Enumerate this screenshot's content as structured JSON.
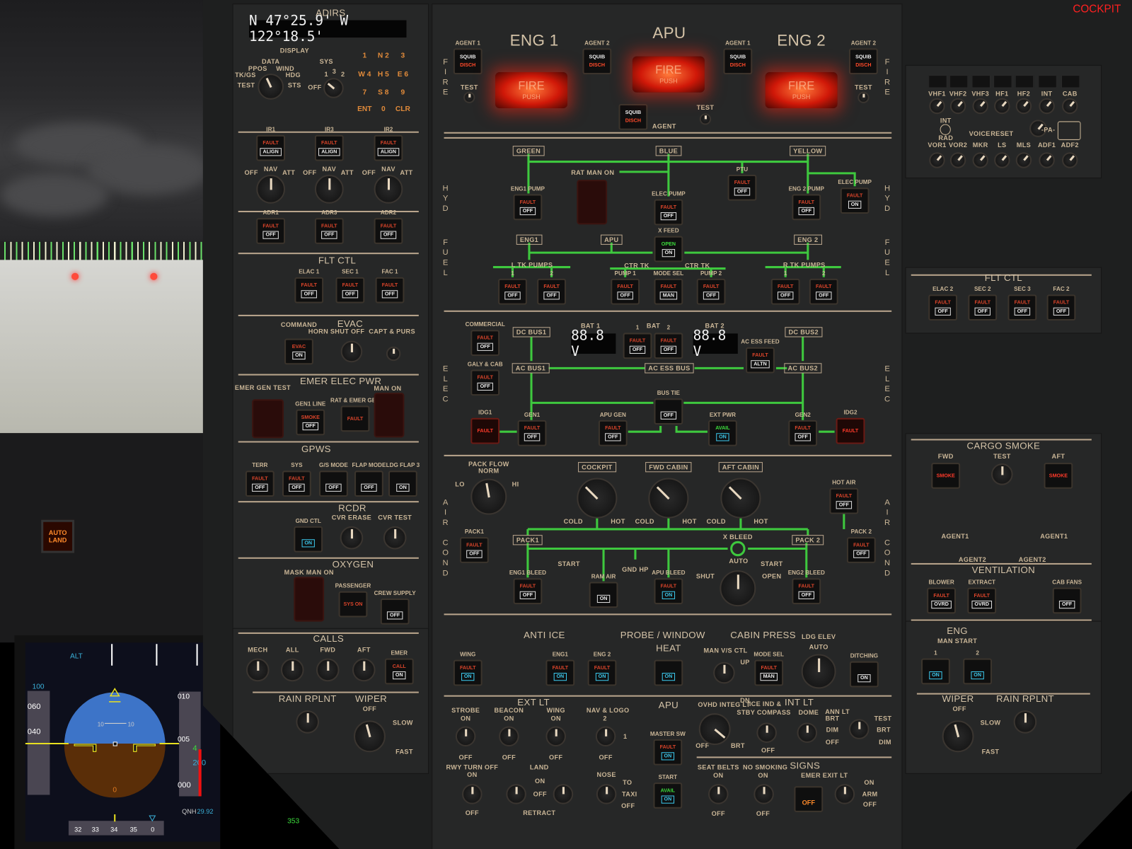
{
  "view_label": "COCKPIT",
  "outside": {
    "autoland": "AUTO LAND"
  },
  "pfd": {
    "mode": "ALT",
    "speed_target": "100",
    "speed_ticks": [
      "060",
      "040"
    ],
    "pitch_left": "10",
    "pitch_right": "10",
    "roll": "0",
    "alt_ticks": [
      "010",
      "005",
      "000"
    ],
    "alt_current": "4",
    "alt_target": "200",
    "qnh_label": "QNH",
    "qnh_value": "29.92",
    "heading_ticks": [
      "32",
      "33",
      "34",
      "35",
      "0"
    ],
    "fo_heading": "353"
  },
  "adirs": {
    "position": "N   47°25.9'  W 122°18.5'",
    "keypad": [
      "1",
      "N 2",
      "3",
      "W 4",
      "H 5",
      "E 6",
      "7",
      "S 8",
      "9",
      "ENT",
      "0",
      "CLR"
    ]
  },
  "fire": [
    {
      "top": "FIRE",
      "bottom": "PUSH"
    },
    {
      "top": "FIRE",
      "bottom": "PUSH"
    },
    {
      "top": "FIRE",
      "bottom": "PUSH"
    }
  ],
  "elec": {
    "bat1_voltage": "88.8 V",
    "bat2_voltage": "88.8 V"
  },
  "acp": {
    "top": [
      "VHF1",
      "VHF2",
      "VHF3",
      "HF1",
      "HF2",
      "INT",
      "CAB"
    ],
    "bottom": [
      "VOR1",
      "VOR2",
      "MKR",
      "LS",
      "MLS",
      "ADF1",
      "ADF2"
    ],
    "int": "INT",
    "rad": "RAD",
    "voice": "VOICE",
    "reset": "RESET",
    "pa": "-PA-"
  },
  "labels": {
    "adirs": "ADIRS",
    "display": "DISPLAY",
    "data": "DATA",
    "sys": "SYS",
    "ppos": "PPOS",
    "wind": "WIND",
    "tkgs": "TK/GS",
    "hdg": "HDG",
    "test": "TEST",
    "sts": "STS",
    "sysoff": "OFF",
    "sys1": "1",
    "sys3": "3",
    "sys2": "2",
    "ir1off": "OFF",
    "ir1nav": "NAV",
    "ir1att": "ATT",
    "ir3off": "OFF",
    "ir3nav": "NAV",
    "ir3att": "ATT",
    "ir2off": "OFF",
    "ir2nav": "NAV",
    "ir2att": "ATT",
    "fltctl": "FLT CTL",
    "evac": "EVAC",
    "command": "COMMAND",
    "horn": "HORN SHUT OFF",
    "capt": "CAPT & PURS",
    "emerelec": "EMER ELEC PWR",
    "emergentest": "EMER GEN TEST",
    "manon": "MAN ON",
    "gpws": "GPWS",
    "rcdr": "RCDR",
    "cvrerase": "CVR ERASE",
    "cvrtest": "CVR TEST",
    "oxygen": "OXYGEN",
    "maskmanon": "MASK MAN ON",
    "calls": "CALLS",
    "mech": "MECH",
    "all": "ALL",
    "fwd": "FWD",
    "aft": "AFT",
    "rainL": "RAIN RPLNT",
    "wiperL": "WIPER",
    "wLoff": "OFF",
    "wLslow": "SLOW",
    "wLfast": "FAST",
    "eng1": "ENG 1",
    "apu": "APU",
    "eng2": "ENG 2",
    "test1": "TEST",
    "testapu": "TEST",
    "test2": "TEST",
    "fireL": "FIRE",
    "fireR": "FIRE",
    "agent": "AGENT",
    "green": "GREEN",
    "blue": "BLUE",
    "yellow": "YELLOW",
    "ratman": "RAT MAN ON",
    "hydL": "HYD",
    "hydR": "HYD",
    "feng1": "ENG1",
    "fapu": "APU",
    "feng2": "ENG 2",
    "ltk": "L TK PUMPS",
    "rtk": "R TK PUMPS",
    "ctr1": "CTR TK",
    "ctr2": "CTR TK",
    "fuelL": "FUEL",
    "fuelR": "FUEL",
    "bat1": "BAT 1",
    "bat2": "BAT 2",
    "bat": "BAT",
    "dcbus1": "DC BUS1",
    "acbus1": "AC BUS1",
    "acess": "AC ESS BUS",
    "dcbus2": "DC BUS2",
    "acbus2": "AC BUS2",
    "elecL": "ELEC",
    "elecR": "ELEC",
    "packflow": "PACK FLOW",
    "norm": "NORM",
    "lo": "LO",
    "hi": "HI",
    "cockpit": "COCKPIT",
    "fwdcabin": "FWD CABIN",
    "aftcabin": "AFT CABIN",
    "cold1": "COLD",
    "hot1": "HOT",
    "cold2": "COLD",
    "hot2": "HOT",
    "cold3": "COLD",
    "hot3": "HOT",
    "pack1box": "PACK1",
    "pack2box": "PACK 2",
    "xbleed": "X BLEED",
    "start1": "START",
    "start2": "START",
    "gndhp": "GND HP",
    "xauto": "AUTO",
    "shut": "SHUT",
    "open": "OPEN",
    "airL": "AIR COND",
    "airR": "AIR COND",
    "antiice": "ANTI ICE",
    "probe": "PROBE / WINDOW",
    "heat": "HEAT",
    "cabinpress": "CABIN PRESS",
    "ldgelev": "LDG ELEV",
    "ldgauto": "AUTO",
    "manvs": "MAN V/S CTL",
    "up": "UP",
    "dn": "DN",
    "extlt": "EXT LT",
    "strobe": "STROBE",
    "beacon": "BEACON",
    "wing": "WING",
    "navlogo": "NAV & LOGO",
    "strobeon": "ON",
    "beaconon": "ON",
    "wingon": "ON",
    "nav2": "2",
    "nav1": "1",
    "strobeoff": "OFF",
    "beaconoff": "OFF",
    "wingoff": "OFF",
    "navoff": "OFF",
    "rwy": "RWY TURN OFF",
    "rwyon": "ON",
    "rwyoff": "OFF",
    "land": "LAND",
    "landon": "ON",
    "landoff": "OFF",
    "retract": "RETRACT",
    "nose": "NOSE",
    "to": "TO",
    "taxi": "TAXI",
    "noseoff": "OFF",
    "apusect": "APU",
    "ovhdinteg": "OVHD INTEG LT",
    "integoff": "OFF",
    "integbrt": "BRT",
    "iceind": "ICE IND &",
    "intlt": "INT LT",
    "stby": "STBY COMPASS",
    "dome": "DOME",
    "annlt": "ANN LT",
    "domebrt": "BRT",
    "domedim": "DIM",
    "domeoff": "OFF",
    "anntest": "TEST",
    "annbrt": "BRT",
    "anndim": "DIM",
    "stbyoff": "OFF",
    "signs": "SIGNS",
    "seatbelts": "SEAT BELTS",
    "nosmoking": "NO SMOKING",
    "sbon": "ON",
    "nson": "ON",
    "sboff": "OFF",
    "nsoff": "OFF",
    "emerexit": "EMER EXIT LT",
    "exon": "ON",
    "exarm": "ARM",
    "exoff": "OFF",
    "fltctlR": "FLT CTL",
    "cargo": "CARGO SMOKE",
    "cargotest": "TEST",
    "cfwd": "FWD",
    "caft": "AFT",
    "ag1a": "AGENT1",
    "ag1b": "AGENT1",
    "ag2a": "AGENT2",
    "ag2b": "AGENT2",
    "vent": "VENTILATION",
    "engR": "ENG",
    "manstart": "MAN START",
    "wiperR": "WIPER",
    "rainR": "RAIN RPLNT",
    "wRoff": "OFF",
    "wRslow": "SLOW",
    "wRfast": "FAST"
  },
  "buttons": [
    {
      "label": "IR1",
      "top": "FAULT",
      "bottom": "ALIGN"
    },
    {
      "label": "IR3",
      "top": "FAULT",
      "bottom": "ALIGN"
    },
    {
      "label": "IR2",
      "top": "FAULT",
      "bottom": "ALIGN"
    },
    {
      "label": "ADR1",
      "top": "FAULT",
      "bottom": "OFF"
    },
    {
      "label": "ADR3",
      "top": "FAULT",
      "bottom": "OFF"
    },
    {
      "label": "ADR2",
      "top": "FAULT",
      "bottom": "OFF"
    },
    {
      "label": "ELAC 1",
      "top": "FAULT",
      "bottom": "OFF"
    },
    {
      "label": "SEC 1",
      "top": "FAULT",
      "bottom": "OFF"
    },
    {
      "label": "FAC 1",
      "top": "FAULT",
      "bottom": "OFF"
    },
    {
      "label": "GEN1 LINE",
      "top": "SMOKE",
      "bottom": "OFF"
    },
    {
      "label": "RAT & EMER GEN",
      "top": "FAULT",
      "bottom": ""
    },
    {
      "label": "TERR",
      "top": "FAULT",
      "bottom": "OFF"
    },
    {
      "label": "SYS",
      "top": "FAULT",
      "bottom": "OFF"
    },
    {
      "label": "G/S MODE",
      "top": "",
      "bottom": "OFF"
    },
    {
      "label": "FLAP MODE",
      "top": "",
      "bottom": "OFF"
    },
    {
      "label": "LDG FLAP 3",
      "top": "",
      "bottom": "ON"
    },
    {
      "label": "GND CTL",
      "top": "",
      "bottom": "ON"
    },
    {
      "label": "PASSENGER",
      "top": "SYS ON",
      "bottom": ""
    },
    {
      "label": "CREW SUPPLY",
      "top": "",
      "bottom": "OFF"
    },
    {
      "label": "EMER",
      "top": "CALL",
      "bottom": "ON"
    },
    {
      "label": "AGENT 1",
      "top": "SQUIB",
      "bottom": "DISCH"
    },
    {
      "label": "AGENT 2",
      "top": "SQUIB",
      "bottom": "DISCH"
    },
    {
      "label": "",
      "top": "SQUIB",
      "bottom": "DISCH"
    },
    {
      "label": "AGENT 1",
      "top": "SQUIB",
      "bottom": "DISCH"
    },
    {
      "label": "AGENT 2",
      "top": "SQUIB",
      "bottom": "DISCH"
    },
    {
      "label": "ENG1 PUMP",
      "top": "FAULT",
      "bottom": "OFF"
    },
    {
      "label": "ELEC PUMP",
      "top": "FAULT",
      "bottom": "OFF"
    },
    {
      "label": "PTU",
      "top": "FAULT",
      "bottom": "OFF"
    },
    {
      "label": "ENG 2 PUMP",
      "top": "FAULT",
      "bottom": "OFF"
    },
    {
      "label": "ELEC PUMP",
      "top": "FAULT",
      "bottom": "ON"
    },
    {
      "label": "X FEED",
      "top": "OPEN",
      "bottom": "ON"
    },
    {
      "label": "1",
      "top": "FAULT",
      "bottom": "OFF"
    },
    {
      "label": "2",
      "top": "FAULT",
      "bottom": "OFF"
    },
    {
      "label": "PUMP 1",
      "top": "FAULT",
      "bottom": "OFF"
    },
    {
      "label": "MODE SEL",
      "top": "FAULT",
      "bottom": "MAN"
    },
    {
      "label": "PUMP 2",
      "top": "FAULT",
      "bottom": "OFF"
    },
    {
      "label": "1",
      "top": "FAULT",
      "bottom": "OFF"
    },
    {
      "label": "2",
      "top": "FAULT",
      "bottom": "OFF"
    },
    {
      "label": "COMMERCIAL",
      "top": "FAULT",
      "bottom": "OFF"
    },
    {
      "label": "GALY & CAB",
      "top": "FAULT",
      "bottom": "OFF"
    },
    {
      "label": "1",
      "top": "FAULT",
      "bottom": "OFF"
    },
    {
      "label": "2",
      "top": "FAULT",
      "bottom": "OFF"
    },
    {
      "label": "AC ESS FEED",
      "top": "FAULT",
      "bottom": "ALTN"
    },
    {
      "label": "IDG1",
      "top": "FAULT",
      "bottom": ""
    },
    {
      "label": "GEN1",
      "top": "FAULT",
      "bottom": "OFF"
    },
    {
      "label": "APU GEN",
      "top": "FAULT",
      "bottom": "OFF"
    },
    {
      "label": "BUS TIE",
      "top": "",
      "bottom": "OFF"
    },
    {
      "label": "EXT PWR",
      "top": "AVAIL",
      "bottom": "ON"
    },
    {
      "label": "GEN2",
      "top": "FAULT",
      "bottom": "OFF"
    },
    {
      "label": "IDG2",
      "top": "FAULT",
      "bottom": ""
    },
    {
      "label": "HOT AIR",
      "top": "FAULT",
      "bottom": "OFF"
    },
    {
      "label": "PACK1",
      "top": "FAULT",
      "bottom": "OFF"
    },
    {
      "label": "PACK 2",
      "top": "FAULT",
      "bottom": "OFF"
    },
    {
      "label": "ENG1 BLEED",
      "top": "FAULT",
      "bottom": "OFF"
    },
    {
      "label": "RAM AIR",
      "top": "",
      "bottom": "ON"
    },
    {
      "label": "APU BLEED",
      "top": "FAULT",
      "bottom": "ON"
    },
    {
      "label": "ENG2 BLEED",
      "top": "FAULT",
      "bottom": "OFF"
    },
    {
      "label": "WING",
      "top": "FAULT",
      "bottom": "ON"
    },
    {
      "label": "ENG1",
      "top": "FAULT",
      "bottom": "ON"
    },
    {
      "label": "ENG 2",
      "top": "FAULT",
      "bottom": "ON"
    },
    {
      "label": "",
      "top": "",
      "bottom": "ON"
    },
    {
      "label": "MODE SEL",
      "top": "FAULT",
      "bottom": "MAN"
    },
    {
      "label": "DITCHING",
      "top": "",
      "bottom": "ON"
    },
    {
      "label": "MASTER SW",
      "top": "FAULT",
      "bottom": "ON"
    },
    {
      "label": "START",
      "top": "AVAIL",
      "bottom": "ON"
    },
    {
      "label": "",
      "top": "",
      "bottom": "OFF"
    },
    {
      "label": "ELAC 2",
      "top": "FAULT",
      "bottom": "OFF"
    },
    {
      "label": "SEC 2",
      "top": "FAULT",
      "bottom": "OFF"
    },
    {
      "label": "SEC 3",
      "top": "FAULT",
      "bottom": "OFF"
    },
    {
      "label": "FAC 2",
      "top": "FAULT",
      "bottom": "OFF"
    },
    {
      "label": "",
      "top": "SMOKE",
      "bottom": ""
    },
    {
      "label": "",
      "top": "SMOKE",
      "bottom": ""
    },
    {
      "label": "BLOWER",
      "top": "FAULT",
      "bottom": "OVRD"
    },
    {
      "label": "EXTRACT",
      "top": "FAULT",
      "bottom": "OVRD"
    },
    {
      "label": "CAB FANS",
      "top": "",
      "bottom": "OFF"
    },
    {
      "label": "1",
      "top": "",
      "bottom": "ON"
    },
    {
      "label": "2",
      "top": "",
      "bottom": "ON"
    },
    {
      "label": "",
      "top": "EVAC",
      "bottom": "ON"
    }
  ],
  "colors": {
    "line_green": "#3ec83e",
    "fault": "#d9442a",
    "on_cyan": "#3cc8ec",
    "avail_green": "#3cdc3c",
    "fire_red": "#d01808"
  }
}
